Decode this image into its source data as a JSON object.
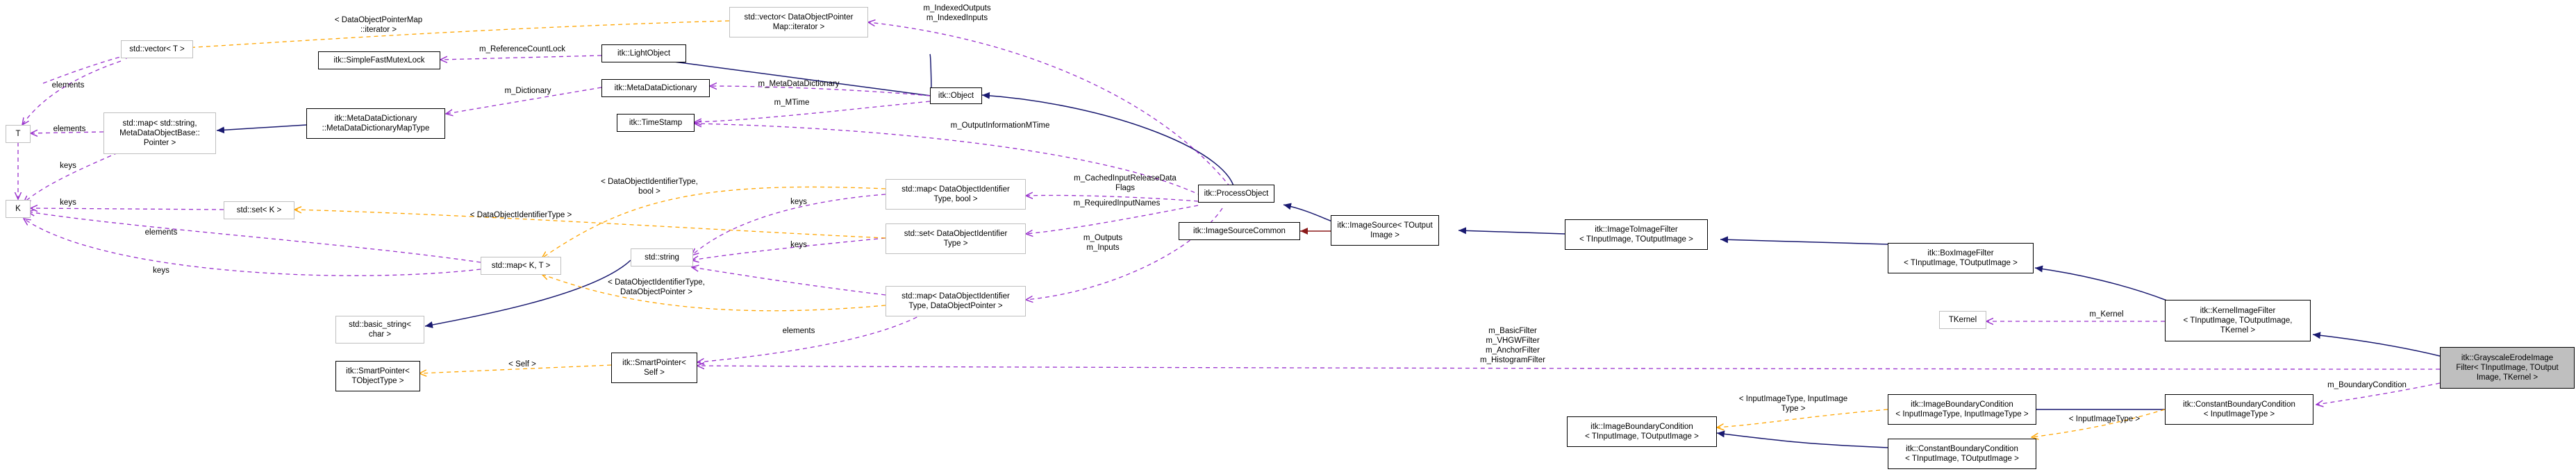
{
  "colors": {
    "inheritance": "#191970",
    "usage": "#9a32cd",
    "template": "#ffa500",
    "protected": "#8b1a1a",
    "node_border": "#000000",
    "external_border": "#bfbfbf",
    "focus_fill": "#bfbfbf"
  },
  "nodes": {
    "vector_t": "std::vector< T >",
    "vector_dopm": "std::vector< DataObjectPointer\nMap::iterator >",
    "simple_mutex": "itk::SimpleFastMutexLock",
    "light_object": "itk::LightObject",
    "t": "T",
    "map_string_dob": "std::map< std::string,\n MetaDataObjectBase::\nPointer >",
    "meta_dict_map": "itk::MetaDataDictionary\n::MetaDataDictionaryMapType",
    "meta_dict": "itk::MetaDataDictionary",
    "object": "itk::Object",
    "timestamp": "itk::TimeStamp",
    "k": "K",
    "set_k": "std::set< K >",
    "map_doid_bool": "std::map< DataObjectIdentifier\nType, bool >",
    "set_doid": "std::set< DataObjectIdentifier\nType >",
    "process_object": "itk::ProcessObject",
    "image_source_common": "itk::ImageSourceCommon",
    "image_source": "itk::ImageSource< TOutput\nImage >",
    "image_to_image": "itk::ImageToImageFilter\n< TInputImage, TOutputImage >",
    "box_filter": "itk::BoxImageFilter\n< TInputImage, TOutputImage >",
    "map_kt": "std::map< K, T >",
    "string": "std::string",
    "map_doid_dop": "std::map< DataObjectIdentifier\nType, DataObjectPointer >",
    "basic_string": "std::basic_string<\n char >",
    "tkernel": "TKernel",
    "kernel_filter": "itk::KernelImageFilter\n< TInputImage, TOutputImage,\n TKernel >",
    "focus": "itk::GrayscaleErodeImage\nFilter< TInputImage, TOutput\nImage, TKernel >",
    "smartptr_object": "itk::SmartPointer<\n TObjectType >",
    "smartptr_self": "itk::SmartPointer<\n Self >",
    "image_boundary": "itk::ImageBoundaryCondition\n< TInputImage, TOutputImage >",
    "image_boundary_inst": "itk::ImageBoundaryCondition\n< InputImageType, InputImageType >",
    "constant_boundary": "itk::ConstantBoundaryCondition\n< TInputImage, TOutputImage >",
    "constant_boundary_inst": "itk::ConstantBoundaryCondition\n< InputImageType >"
  },
  "labels": {
    "l1": "< DataObjectPointerMap\n::iterator >",
    "l2": "m_IndexedOutputs\nm_IndexedInputs",
    "l3": "elements",
    "l4": "m_ReferenceCountLock",
    "l5": "m_Dictionary",
    "l6": "m_MetaDataDictionary",
    "l7": "elements",
    "l8": "m_MTime",
    "l9": "keys",
    "l10": "m_OutputInformationMTime",
    "l11": "< DataObjectIdentifierType,\n bool >",
    "l12": "keys",
    "l13": "m_CachedInputReleaseData\nFlags",
    "l14": "keys",
    "l15": "< DataObjectIdentifierType >",
    "l16": "m_RequiredInputNames",
    "l17": "elements",
    "l18": "keys",
    "l19": "keys",
    "l20": "m_Outputs\nm_Inputs",
    "l21": "< DataObjectIdentifierType,\n DataObjectPointer >",
    "l22": "elements",
    "l23": "m_Kernel",
    "l24": "m_BasicFilter\nm_VHGWFilter\nm_AnchorFilter\nm_HistogramFilter",
    "l25": "< Self >",
    "l26": "m_BoundaryCondition",
    "l27": "< InputImageType, InputImage\nType >",
    "l28": "< InputImageType >"
  }
}
